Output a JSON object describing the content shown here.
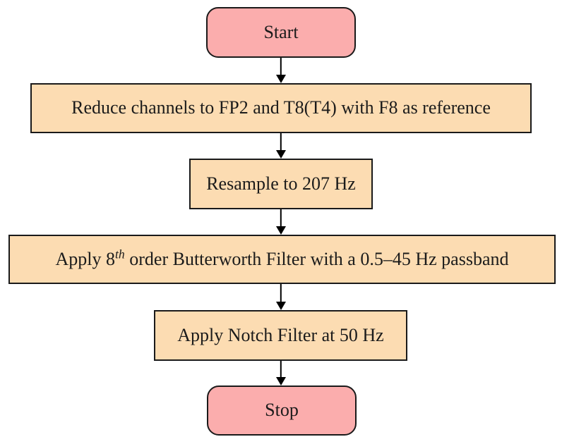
{
  "diagram": {
    "type": "flowchart",
    "direction": "top-down",
    "colors": {
      "terminal_fill": "#FBADAD",
      "process_fill": "#FCDCB2",
      "border": "#1A1A1A",
      "arrow": "#000000",
      "background": "#FFFFFF",
      "text": "#1B1B1B"
    },
    "nodes": [
      {
        "id": "start",
        "type": "terminal",
        "label": "Start"
      },
      {
        "id": "reduce-channels",
        "type": "process",
        "label": "Reduce channels to FP2 and T8(T4) with F8 as reference"
      },
      {
        "id": "resample",
        "type": "process",
        "label": "Resample to 207 Hz"
      },
      {
        "id": "butterworth-filter",
        "type": "process",
        "label_prefix": "Apply 8",
        "label_superscript": "th",
        "label_suffix": " order Butterworth Filter with a 0.5–45 Hz passband"
      },
      {
        "id": "notch-filter",
        "type": "process",
        "label": "Apply Notch Filter at 50 Hz"
      },
      {
        "id": "stop",
        "type": "terminal",
        "label": "Stop"
      }
    ],
    "edges": [
      {
        "from": "start",
        "to": "reduce-channels"
      },
      {
        "from": "reduce-channels",
        "to": "resample"
      },
      {
        "from": "resample",
        "to": "butterworth-filter"
      },
      {
        "from": "butterworth-filter",
        "to": "notch-filter"
      },
      {
        "from": "notch-filter",
        "to": "stop"
      }
    ]
  }
}
